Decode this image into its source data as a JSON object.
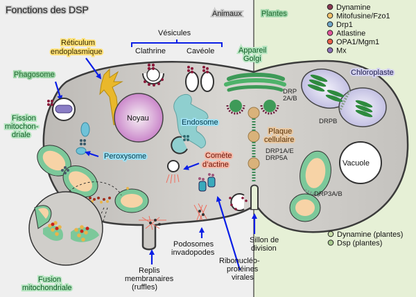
{
  "title": "Fonctions des DSP",
  "regions": {
    "animals": "Animaux",
    "plants": "Plantes"
  },
  "colors": {
    "animal_bg": "#efefef",
    "plant_bg": "#e6f0d6",
    "cell_fill": "#c8c6c2",
    "arrow": "#0a1ee6"
  },
  "legend_animal": [
    {
      "label": "Dynamine",
      "color": "#8a3a54"
    },
    {
      "label": "Mitofusine/Fzo1",
      "color": "#f0c26a"
    },
    {
      "label": "Drp1",
      "color": "#6fa6c8"
    },
    {
      "label": "Atlastine",
      "color": "#e2569c"
    },
    {
      "label": "OPA1/Mgm1",
      "color": "#e8604a"
    },
    {
      "label": "Mx",
      "color": "#8e73b8"
    }
  ],
  "legend_plant": [
    {
      "label": "Dynamine (plantes)",
      "color": "#c6dca6"
    },
    {
      "label": "Dsp (plantes)",
      "color": "#a5c98c"
    }
  ],
  "labels": {
    "vesicules": "Vésicules",
    "clathrine": "Clathrine",
    "caveole": "Cavéole",
    "reticulum_1": "Réticulum",
    "reticulum_2": "endoplasmique",
    "phagosome": "Phagosome",
    "fission_1": "Fission",
    "fission_2": "mitochon-",
    "fission_3": "driale",
    "noyau": "Noyau",
    "endosome": "Endosome",
    "peroxysome": "Peroxysome",
    "comete_1": "Comète",
    "comete_2": "d’actine",
    "golgi_1": "Appareil",
    "golgi_2": "Golgi",
    "drp2ab_1": "DRP",
    "drp2ab_2": "2A/B",
    "plaque_1": "Plaque",
    "plaque_2": "cellulaire",
    "drp1ae": "DRP1A/E",
    "drp5a": "DRP5A",
    "chloroplaste": "Chloroplaste",
    "drpb": "DRPB",
    "vacuole": "Vacuole",
    "drp3ab": "DRP3A/B",
    "sillon_1": "Sillon de",
    "sillon_2": "division",
    "podosomes_1": "Podosomes",
    "podosomes_2": "invadopodes",
    "ribo_1": "Ribonucléo-",
    "ribo_2": "protéines",
    "ribo_3": "virales",
    "replis_1": "Replis",
    "replis_2": "membranaires",
    "replis_3": "(ruffles)",
    "fusion_1": "Fusion",
    "fusion_2": "mitochondriale"
  }
}
